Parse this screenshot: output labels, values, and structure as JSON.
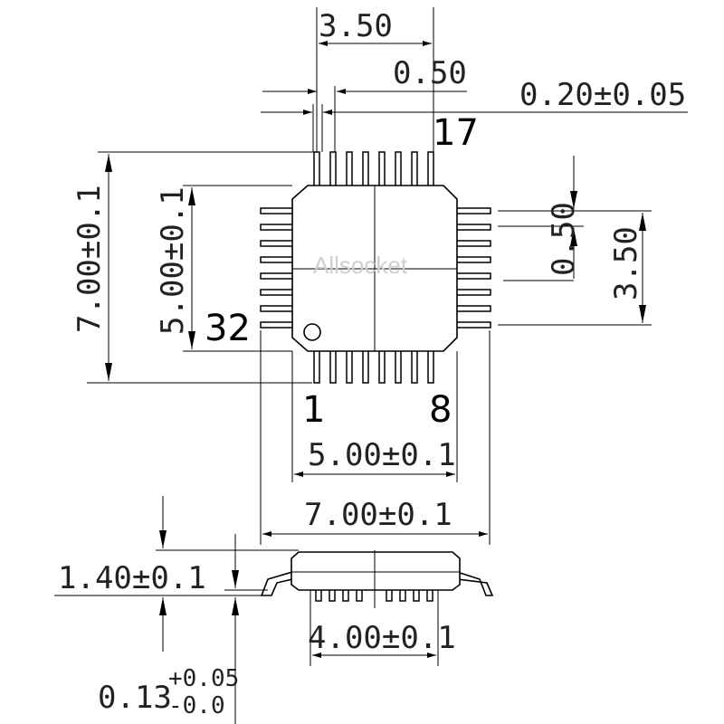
{
  "watermark": "Allsocket",
  "pins": {
    "p1": "1",
    "p8": "8",
    "p17": "17",
    "p32": "32"
  },
  "dims": {
    "top_pitch_span": "3.50",
    "top_pitch": "0.50",
    "lead_width": "0.20±0.05",
    "right_pitch": "0.50",
    "right_span": "3.50",
    "left_outer": "7.00±0.1",
    "left_body": "5.00±0.1",
    "bottom_body": "5.00±0.1",
    "bottom_outer": "7.00±0.1",
    "height": "1.40±0.1",
    "side_span": "4.00±0.1",
    "standoff_base": "0.13",
    "standoff_plus": "+0.05",
    "standoff_minus": "-0.0"
  }
}
